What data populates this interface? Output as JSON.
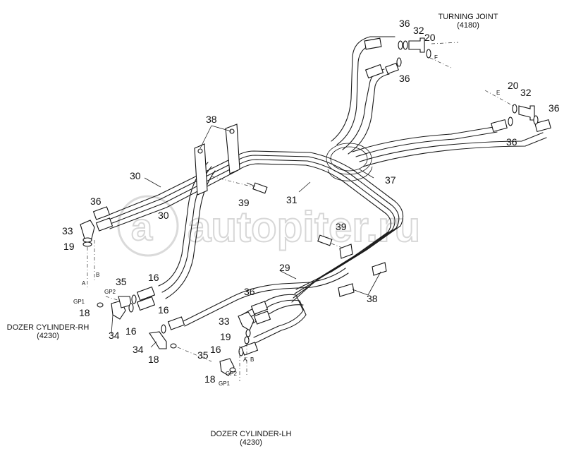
{
  "captions": {
    "turning_joint": "TURNING JOINT",
    "turning_joint_code": "(4180)",
    "dozer_rh": "DOZER CYLINDER-RH",
    "dozer_rh_code": "(4230)",
    "dozer_lh": "DOZER CYLINDER-LH",
    "dozer_lh_code": "(4230)"
  },
  "watermark": "autopiter.ru",
  "port_labels": {
    "F": "F",
    "E": "E",
    "A_rh": "A",
    "B_rh": "B",
    "GP1_rh": "GP1",
    "GP2_rh": "GP2",
    "A_lh": "A",
    "B_lh": "B",
    "GP1_lh": "GP1",
    "GP2_lh": "GP2"
  },
  "callouts": [
    "36",
    "32",
    "20",
    "36",
    "20",
    "32",
    "36",
    "36",
    "38",
    "30",
    "36",
    "30",
    "33",
    "19",
    "39",
    "31",
    "37",
    "39",
    "29",
    "38",
    "35",
    "16",
    "18",
    "34",
    "16",
    "16",
    "36",
    "33",
    "19",
    "34",
    "18",
    "16",
    "35",
    "18"
  ]
}
